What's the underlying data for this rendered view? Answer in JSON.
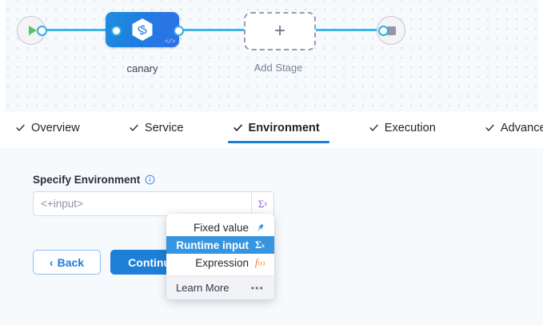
{
  "pipeline": {
    "start_node": {
      "icon": "play-icon",
      "name": "pipeline-start"
    },
    "end_node": {
      "icon": "stop-icon",
      "name": "pipeline-end"
    },
    "stage": {
      "label": "canary",
      "icon": "harness-hexagon-icon",
      "badge_icon": "code-icon",
      "badge_text": "</>"
    },
    "add_stage": {
      "label": "Add Stage",
      "icon": "plus-icon",
      "plus": "+"
    }
  },
  "tabs": [
    {
      "label": "Overview",
      "icon": "check-icon",
      "active": false
    },
    {
      "label": "Service",
      "icon": "check-icon",
      "active": false
    },
    {
      "label": "Environment",
      "icon": "check-icon",
      "active": true
    },
    {
      "label": "Execution",
      "icon": "check-icon",
      "active": false
    },
    {
      "label": "Advanced",
      "icon": "check-icon",
      "active": false
    }
  ],
  "form": {
    "field_label": "Specify Environment",
    "info_icon": "info-icon",
    "input_value": "",
    "input_placeholder": "<+input>",
    "input_button_icon": "sigma-x-icon",
    "input_button_text": "Σ",
    "input_button_sup": "x",
    "back_label": "Back",
    "back_icon": "chevron-left-icon",
    "back_chevron": "‹",
    "continue_label": "Continue"
  },
  "dropdown": {
    "items": [
      {
        "label": "Fixed value",
        "icon": "pin-icon",
        "selected": false
      },
      {
        "label": "Runtime input",
        "icon": "sigma-x-icon",
        "selected": true
      },
      {
        "label": "Expression",
        "icon": "fx-icon",
        "selected": false
      }
    ],
    "footer_label": "Learn More",
    "footer_icon": "ellipsis-icon",
    "footer_glyph": "•••"
  },
  "colors": {
    "accent_blue": "#1e7fd6",
    "selected_blue": "#3695e0",
    "wire_blue": "#3fb8e8",
    "sigma_purple": "#8a5ccc",
    "expression_orange": "#f07a24",
    "play_green": "#5dc264",
    "canvas_bg": "#f7fafd"
  }
}
